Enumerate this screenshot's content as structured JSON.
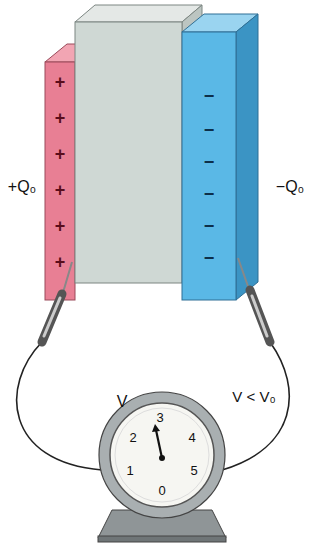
{
  "diagram": {
    "labels": [
      "+",
      "+",
      "+",
      "+",
      "+",
      "+",
      "+Q₀",
      "−",
      "−",
      "−",
      "−",
      "−",
      "−",
      "−Q₀",
      "V",
      "V < V₀",
      "1",
      "2",
      "3",
      "4",
      "5",
      "0"
    ]
  }
}
